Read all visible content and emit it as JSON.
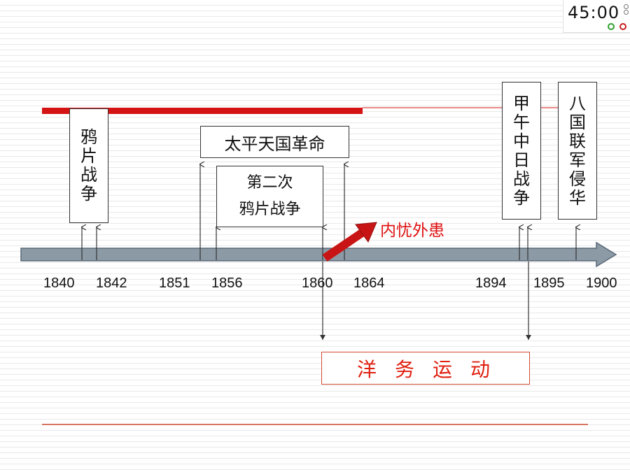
{
  "timer": {
    "display": "45:00",
    "colors": {
      "start": "#2da12d",
      "stop": "#c81e1e"
    }
  },
  "colors": {
    "red_bar": "#d41414",
    "axis_fill": "#8c9aa6",
    "axis_stroke": "#5a6a78",
    "annotation_red": "#e01010",
    "yangwu_border": "#d04a30"
  },
  "timeline": {
    "year_labels": [
      "1840",
      "1842",
      "1851",
      "1856",
      "1860",
      "1864",
      "1894",
      "1895",
      "1900"
    ]
  },
  "events": {
    "opium_war": [
      "鸦",
      "片",
      "战",
      "争"
    ],
    "taiping": "太平天国革命",
    "second_opium": [
      "第二次",
      "鸦片战争"
    ],
    "sino_japanese": [
      "甲",
      "午",
      "中",
      "日",
      "战",
      "争"
    ],
    "eight_nations": [
      "八",
      "国",
      "联",
      "军",
      "侵",
      "华"
    ],
    "yangwu": "洋务运动"
  },
  "annotation": {
    "label": "内忧外患",
    "icon": "red-arrow-icon"
  }
}
